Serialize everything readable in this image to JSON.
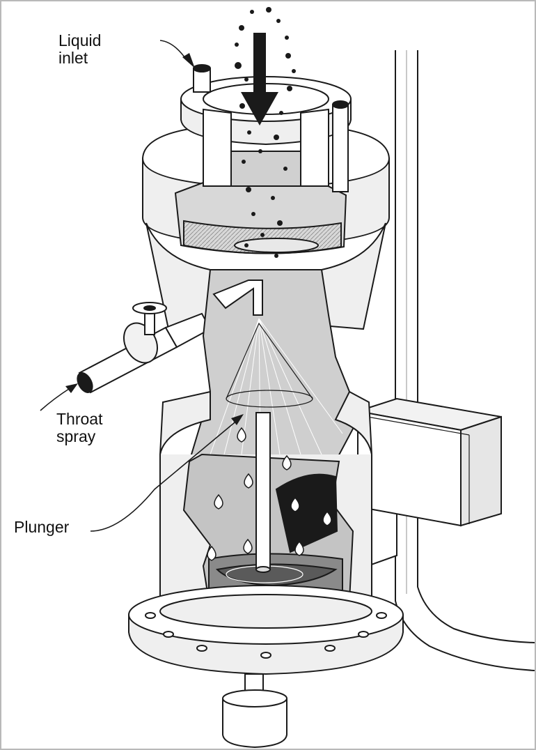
{
  "diagram": {
    "labels": {
      "liquid_inlet": [
        "Liquid",
        "inlet"
      ],
      "throat_spray": [
        "Throat",
        "spray"
      ],
      "plunger": "Plunger"
    }
  },
  "colors": {
    "line": "#1a1a1a",
    "body_fill": "#efefef",
    "interior": "#c4c4c4",
    "interior_dark": "#8a8a8a",
    "pool": "#5a5a5a",
    "background": "#ffffff"
  }
}
